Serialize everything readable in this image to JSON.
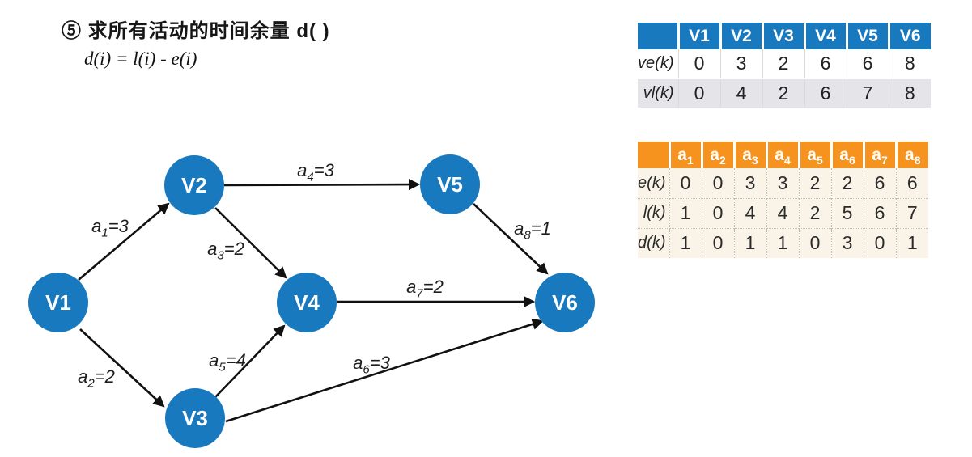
{
  "slide": {
    "title": "⑤ 求所有活动的时间余量 d( )",
    "formula": "d(i) = l(i) - e(i)"
  },
  "colors": {
    "node_fill": "#1979bf",
    "vertex_table_header": "#1979bf",
    "activity_table_header": "#f6921e",
    "vertex_table_alt_row": "#e4e4e9",
    "activity_table_body": "#faf4e8",
    "edge_stroke": "#111111"
  },
  "graph": {
    "nodes": [
      {
        "label": "V1"
      },
      {
        "label": "V2"
      },
      {
        "label": "V3"
      },
      {
        "label": "V4"
      },
      {
        "label": "V5"
      },
      {
        "label": "V6"
      }
    ],
    "edges": [
      {
        "base": "a",
        "sub": "1",
        "eq": "=3",
        "from": "V1",
        "to": "V2"
      },
      {
        "base": "a",
        "sub": "2",
        "eq": "=2",
        "from": "V1",
        "to": "V3"
      },
      {
        "base": "a",
        "sub": "3",
        "eq": "=2",
        "from": "V2",
        "to": "V4"
      },
      {
        "base": "a",
        "sub": "4",
        "eq": "=3",
        "from": "V2",
        "to": "V5"
      },
      {
        "base": "a",
        "sub": "5",
        "eq": "=4",
        "from": "V3",
        "to": "V4"
      },
      {
        "base": "a",
        "sub": "6",
        "eq": "=3",
        "from": "V3",
        "to": "V6"
      },
      {
        "base": "a",
        "sub": "7",
        "eq": "=2",
        "from": "V4",
        "to": "V6"
      },
      {
        "base": "a",
        "sub": "8",
        "eq": "=1",
        "from": "V5",
        "to": "V6"
      }
    ]
  },
  "vertex_table": {
    "corner": "",
    "columns": [
      "V1",
      "V2",
      "V3",
      "V4",
      "V5",
      "V6"
    ],
    "rows": [
      {
        "label": "ve(k)",
        "values": [
          "0",
          "3",
          "2",
          "6",
          "6",
          "8"
        ]
      },
      {
        "label": "vl(k)",
        "values": [
          "0",
          "4",
          "2",
          "6",
          "7",
          "8"
        ]
      }
    ]
  },
  "activity_table": {
    "corner": "",
    "columns": [
      {
        "base": "a",
        "sub": "1"
      },
      {
        "base": "a",
        "sub": "2"
      },
      {
        "base": "a",
        "sub": "3"
      },
      {
        "base": "a",
        "sub": "4"
      },
      {
        "base": "a",
        "sub": "5"
      },
      {
        "base": "a",
        "sub": "6"
      },
      {
        "base": "a",
        "sub": "7"
      },
      {
        "base": "a",
        "sub": "8"
      }
    ],
    "rows": [
      {
        "label": "e(k)",
        "values": [
          "0",
          "0",
          "3",
          "3",
          "2",
          "2",
          "6",
          "6"
        ]
      },
      {
        "label": "l(k)",
        "values": [
          "1",
          "0",
          "4",
          "4",
          "2",
          "5",
          "6",
          "7"
        ]
      },
      {
        "label": "d(k)",
        "values": [
          "1",
          "0",
          "1",
          "1",
          "0",
          "3",
          "0",
          "1"
        ]
      }
    ]
  }
}
